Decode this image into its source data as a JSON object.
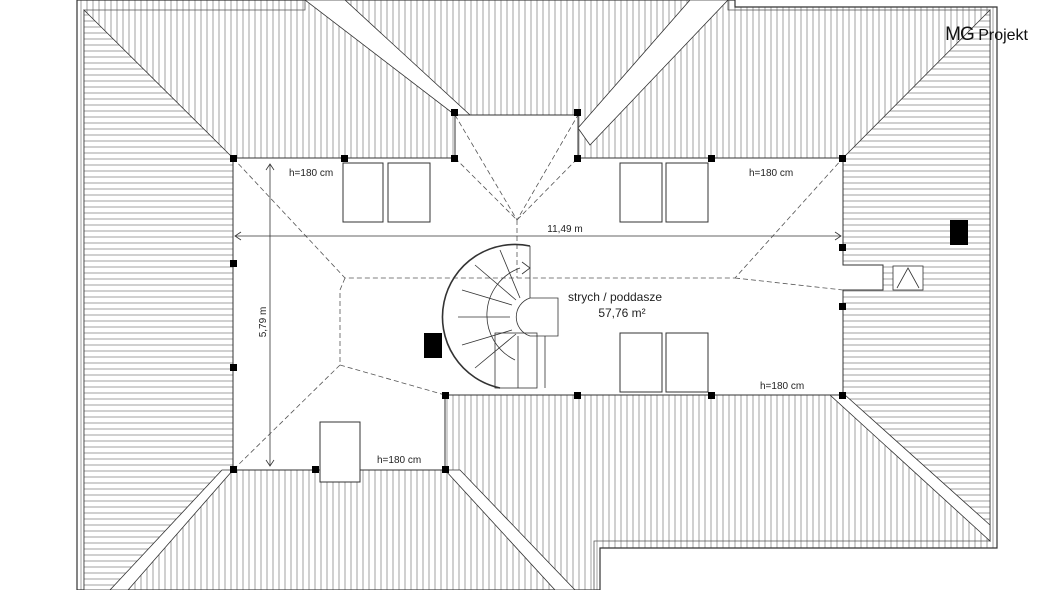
{
  "logo": {
    "brand": "MG",
    "name": "Projekt"
  },
  "room": {
    "name": "strych / poddasze",
    "area": "57,76 m²"
  },
  "dimensions": {
    "width": "11,49 m",
    "depth": "5,79 m"
  },
  "heights": [
    "h=180 cm",
    "h=180 cm",
    "h=180 cm",
    "h=180 cm"
  ],
  "colors": {
    "line": "#333333",
    "hatch": "#8a8a8a",
    "fill": "#ffffff"
  }
}
